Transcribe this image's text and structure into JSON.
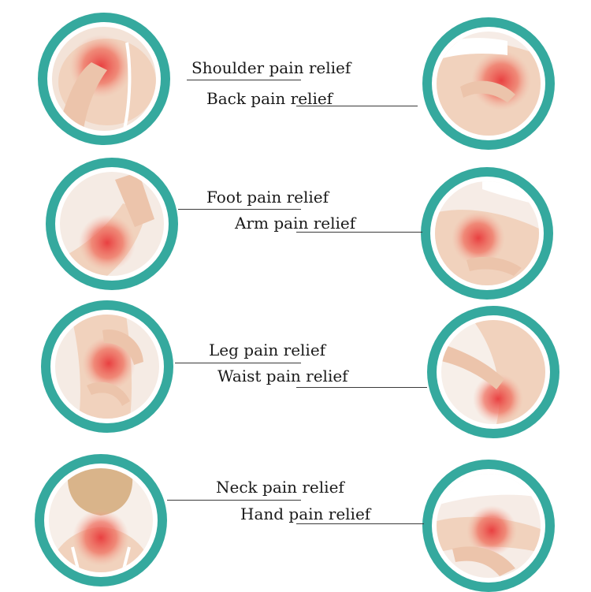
{
  "items": [
    {
      "label": "Shoulder pain relief",
      "icon": "shoulder-photo-icon"
    },
    {
      "label": "Back pain relief",
      "icon": "back-photo-icon"
    },
    {
      "label": "Foot pain relief",
      "icon": "foot-photo-icon"
    },
    {
      "label": "Arm pain relief",
      "icon": "arm-photo-icon"
    },
    {
      "label": "Leg pain relief",
      "icon": "leg-photo-icon"
    },
    {
      "label": "Waist pain relief",
      "icon": "waist-photo-icon"
    },
    {
      "label": "Neck pain relief",
      "icon": "neck-photo-icon"
    },
    {
      "label": "Hand pain relief",
      "icon": "hand-photo-icon"
    }
  ],
  "colors": {
    "ring": "#35a99e",
    "skin": "#f1d2bd",
    "pain": "#e8383a",
    "line": "#3a3a3a"
  }
}
